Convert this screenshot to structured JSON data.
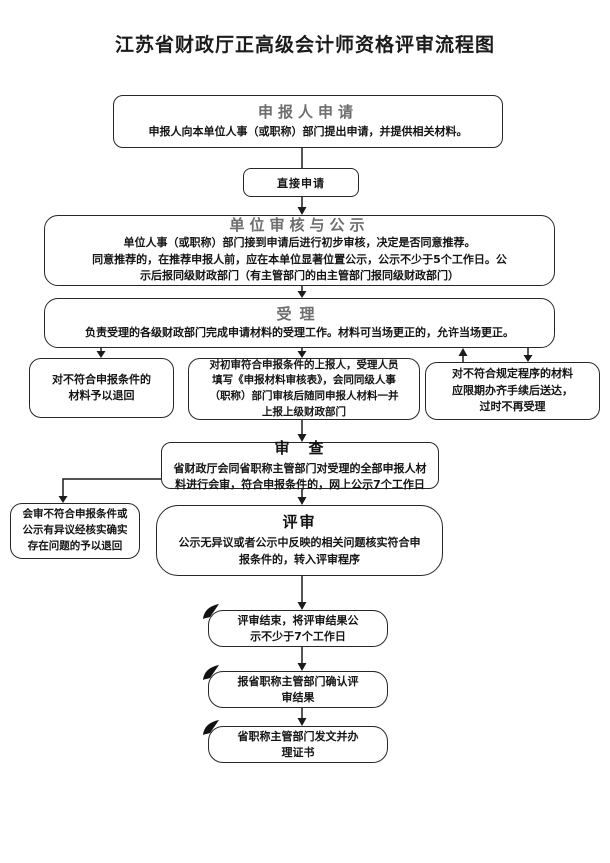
{
  "page": {
    "title": "江苏省财政厅正高级会计师资格评审流程图"
  },
  "colors": {
    "border": "#282828",
    "line": "#1c1c1c",
    "header_gray": "#6e6e6e",
    "text": "#151515"
  },
  "flow": {
    "apply": {
      "title": "申报人申请",
      "lines": [
        "申报人向本单位人事（或职称）部门提出申请，并提供相关材料。"
      ]
    },
    "direct": {
      "label": "直接申请"
    },
    "unit_review": {
      "title": "单位审核与公示",
      "lines": [
        "单位人事（或职称）部门接到申请后进行初步审核，决定是否同意推荐。",
        "同意推荐的，在推荐申报人前，应在本单位显著位置公示，公示不少于5个工作日。公",
        "示后报同级财政部门（有主管部门的由主管部门报同级财政部门）"
      ]
    },
    "accept": {
      "title": "受理",
      "lines": [
        "负责受理的各级财政部门完成申请材料的受理工作。材料可当场更正的，允许当场更正。"
      ]
    },
    "reject_return": {
      "lines": [
        "对不符合申报条件的",
        "材料予以退回"
      ]
    },
    "forward": {
      "lines": [
        "对初审符合申报条件的上报人，受理人员",
        "填写《申报材料审核表》，会同同级人事",
        "（职称）部门审核后随同申报人材料一并",
        "上报上级财政部门"
      ]
    },
    "incomplete": {
      "lines": [
        "对不符合规定程序的材料",
        "应限期办齐手续后送达，",
        "过时不再受理"
      ]
    },
    "examine": {
      "title": "审　查",
      "lines": [
        "省财政厅会同省职称主管部门对受理的全部申报人材",
        "料进行会审，符合申报条件的，网上公示7个工作日"
      ]
    },
    "joint_return": {
      "lines": [
        "会审不符合申报条件或",
        "公示有异议经核实确实",
        "存在问题的予以退回"
      ]
    },
    "evaluate": {
      "title": "评审",
      "lines": [
        "公示无异议或者公示中反映的相关问题核实符合申",
        "报条件的，转入评审程序"
      ]
    },
    "publicize_result": {
      "lines": [
        "评审结束，将评审结果公",
        "示不少于7个工作日"
      ]
    },
    "confirm_result": {
      "lines": [
        "报省职称主管部门确认评",
        "审结果"
      ]
    },
    "certificate": {
      "lines": [
        "省职称主管部门发文并办",
        "理证书"
      ]
    }
  }
}
